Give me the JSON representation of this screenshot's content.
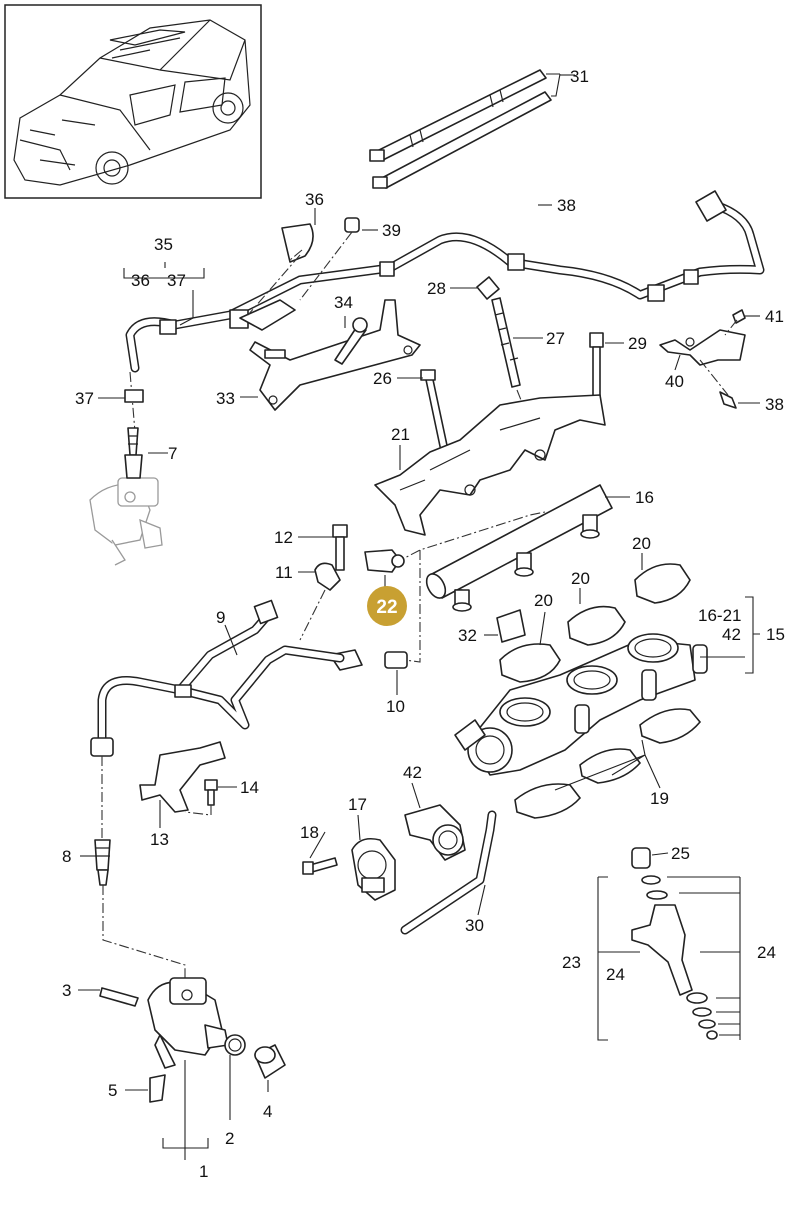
{
  "callouts": {
    "p1": "1",
    "p2": "2",
    "p3": "3",
    "p4": "4",
    "p5": "5",
    "p7": "7",
    "p8": "8",
    "p9": "9",
    "p10": "10",
    "p11": "11",
    "p12": "12",
    "p13": "13",
    "p14": "14",
    "p15": "15",
    "p16": "16",
    "p17": "17",
    "p18": "18",
    "p19": "19",
    "p20a": "20",
    "p20b": "20",
    "p20c": "20",
    "p21": "21",
    "p22": "22",
    "p23": "23",
    "p24a": "24",
    "p24b": "24",
    "p25": "25",
    "p26": "26",
    "p27": "27",
    "p28": "28",
    "p29": "29",
    "p30": "30",
    "p31": "31",
    "p32": "32",
    "p33": "33",
    "p34": "34",
    "p35": "35",
    "p36a": "36",
    "p36b": "36",
    "p37a": "37",
    "p37b": "37",
    "p38a": "38",
    "p38b": "38",
    "p39": "39",
    "p40": "40",
    "p41": "41",
    "p42a": "42",
    "p42b": "42",
    "p1621": "16-21"
  },
  "highlight": {
    "part": "22",
    "color": "#c8a032"
  }
}
